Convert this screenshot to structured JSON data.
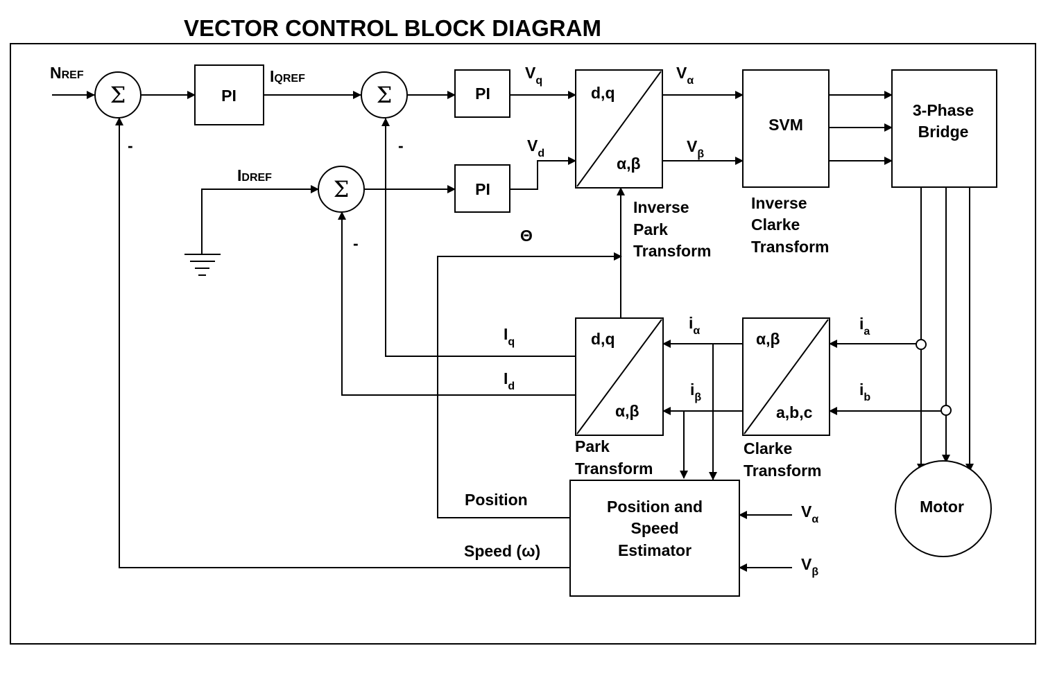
{
  "title": "VECTOR CONTROL BLOCK DIAGRAM",
  "blocks": {
    "pi": "PI",
    "svm": "SVM",
    "bridge": [
      "3-Phase",
      "Bridge"
    ],
    "motor": "Motor",
    "estimator": [
      "Position and",
      "Speed",
      "Estimator"
    ],
    "dq": "d,q",
    "ab": "α,β",
    "abc": "a,b,c",
    "sum_symbol": "Σ"
  },
  "captions": {
    "inverse_park": [
      "Inverse",
      "Park",
      "Transform"
    ],
    "inverse_clarke": [
      "Inverse",
      "Clarke",
      "Transform"
    ],
    "park": [
      "Park",
      "Transform"
    ],
    "clarke": [
      "Clarke",
      "Transform"
    ]
  },
  "signals": {
    "nref": {
      "main": "N",
      "small": "REF"
    },
    "iqref": {
      "main": "I",
      "small": "QREF"
    },
    "idref": {
      "main": "I",
      "small": "DREF"
    },
    "vq": {
      "main": "V",
      "sub": "q"
    },
    "vd": {
      "main": "V",
      "sub": "d"
    },
    "valpha": {
      "main": "V",
      "sub": "α"
    },
    "vbeta": {
      "main": "V",
      "sub": "β"
    },
    "theta": "Θ",
    "iq": {
      "main": "I",
      "sub": "q"
    },
    "id": {
      "main": "I",
      "sub": "d"
    },
    "ialpha": {
      "main": "i",
      "sub": "α"
    },
    "ibeta": {
      "main": "i",
      "sub": "β"
    },
    "ia": {
      "main": "i",
      "sub": "a"
    },
    "ib": {
      "main": "i",
      "sub": "b"
    },
    "position": "Position",
    "speed": "Speed (ω)",
    "minus": "-"
  }
}
